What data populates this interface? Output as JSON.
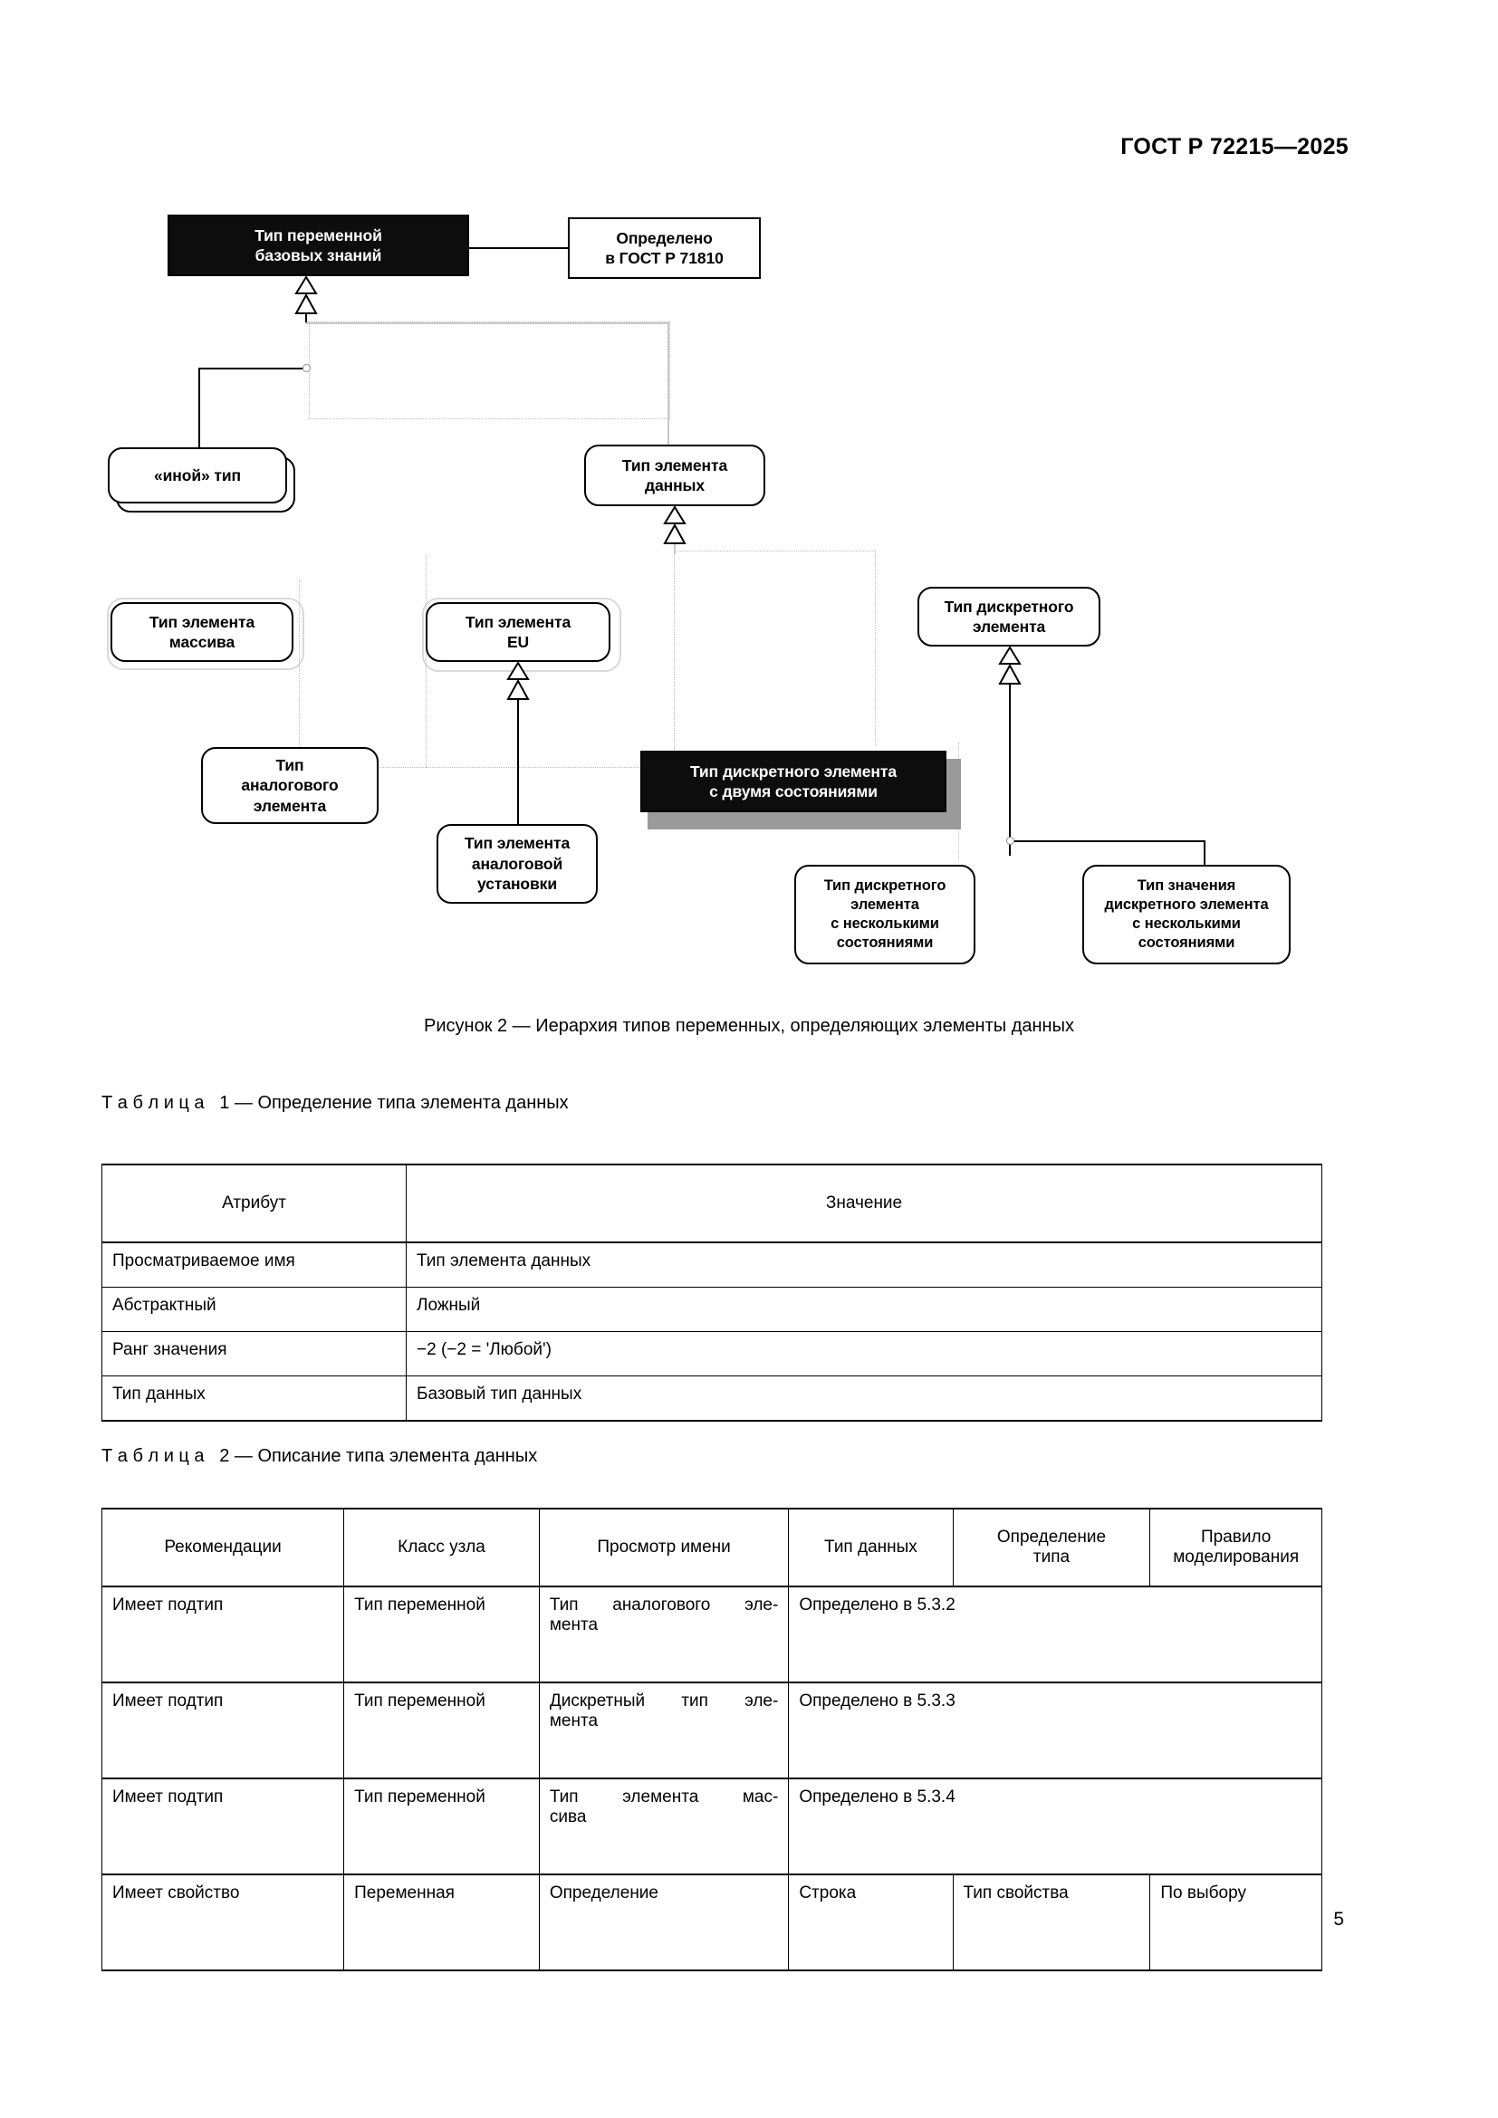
{
  "header": {
    "standard_title": "ГОСТ Р 72215—2025"
  },
  "figure": {
    "caption": "Рисунок 2 — Иерархия типов переменных, определяющих элементы данных",
    "nodes": {
      "base_variable_type": "Тип переменной\nбазовых знаний",
      "defined_in": "Определено\nв ГОСТ Р 71810",
      "other_type": "«иной» тип",
      "data_element_type": "Тип элемента\nданных",
      "array_element_type": "Тип элемента\nмассива",
      "eu_element_type": "Тип элемента\nEU",
      "analog_element_type": "Тип\nаналогового\nэлемента",
      "analog_setpoint_type": "Тип элемента\nаналоговой\nустановки",
      "discrete_element_type": "Тип дискретного\nэлемента",
      "two_state_discrete": "Тип дискретного элемента\nс двумя состояниями",
      "multi_state_discrete": "Тип дискретного\nэлемента\nс несколькими\nсостояниями",
      "multi_state_value": "Тип значения\nдискретного элемента\nс несколькими\nсостояниями"
    }
  },
  "table1": {
    "caption": "Т а б л и ц а   1 — Определение типа элемента данных",
    "headers": [
      "Атрибут",
      "Значение"
    ],
    "rows": [
      [
        "Просматриваемое имя",
        "Тип элемента данных"
      ],
      [
        "Абстрактный",
        "Ложный"
      ],
      [
        "Ранг значения",
        "−2 (−2 = 'Любой')"
      ],
      [
        "Тип данных",
        "Базовый тип данных"
      ]
    ]
  },
  "table2": {
    "caption": "Т а б л и ц а   2 — Описание типа элемента данных",
    "headers": [
      "Рекомендации",
      "Класс узла",
      "Просмотр имени",
      "Тип данных",
      "Определение\nтипа",
      "Правило\nмоделирования"
    ],
    "rows": [
      {
        "recommendation": "Имеет подтип",
        "node_class": "Тип переменной",
        "browse_name": "Тип аналогового эле-\nмента",
        "spanned": "Определено в 5.3.2"
      },
      {
        "recommendation": "Имеет подтип",
        "node_class": "Тип переменной",
        "browse_name": "Дискретный тип эле-\nмента",
        "spanned": "Определено в 5.3.3"
      },
      {
        "recommendation": "Имеет подтип",
        "node_class": "Тип переменной",
        "browse_name": "Тип элемента мас-\nсива",
        "spanned": "Определено в 5.3.4"
      },
      {
        "recommendation": "Имеет свойство",
        "node_class": "Переменная",
        "browse_name": "Определение",
        "data_type": "Строка",
        "type_definition": "Тип свойства",
        "modelling_rule": "По выбору"
      }
    ]
  },
  "footer": {
    "page_number": "5"
  }
}
